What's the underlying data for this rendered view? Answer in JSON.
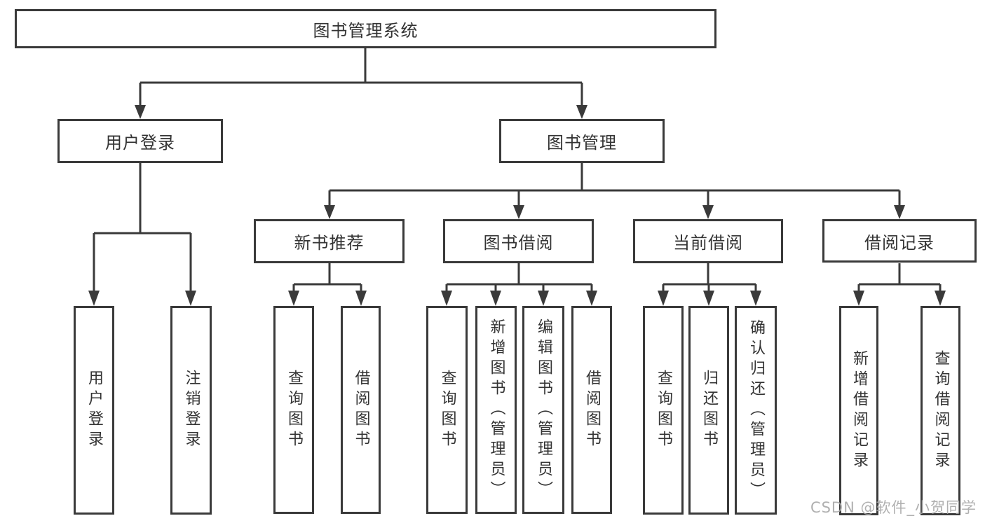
{
  "diagram": {
    "type": "hierarchy-tree",
    "root": {
      "label": "图书管理系统"
    },
    "branches": [
      {
        "label": "用户登录",
        "children": [
          {
            "label": "用户登录"
          },
          {
            "label": "注销登录"
          }
        ]
      },
      {
        "label": "图书管理",
        "groups": [
          {
            "label": "新书推荐",
            "children": [
              {
                "label": "查询图书"
              },
              {
                "label": "借阅图书"
              }
            ]
          },
          {
            "label": "图书借阅",
            "children": [
              {
                "label": "查询图书"
              },
              {
                "label": "新增图书（管理员）"
              },
              {
                "label": "编辑图书（管理员）"
              },
              {
                "label": "借阅图书"
              }
            ]
          },
          {
            "label": "当前借阅",
            "children": [
              {
                "label": "查询图书"
              },
              {
                "label": "归还图书"
              },
              {
                "label": "确认归还（管理员）"
              }
            ]
          },
          {
            "label": "借阅记录",
            "children": [
              {
                "label": "新增借阅记录"
              },
              {
                "label": "查询借阅记录"
              }
            ]
          }
        ]
      }
    ]
  },
  "watermark": {
    "text": "CSDN @软件_小贺同学"
  },
  "colors": {
    "line": "#3a3a3a",
    "border": "#3a3a3a",
    "text": "#333333",
    "watermark": "#a7a7a7",
    "background": "#ffffff"
  }
}
